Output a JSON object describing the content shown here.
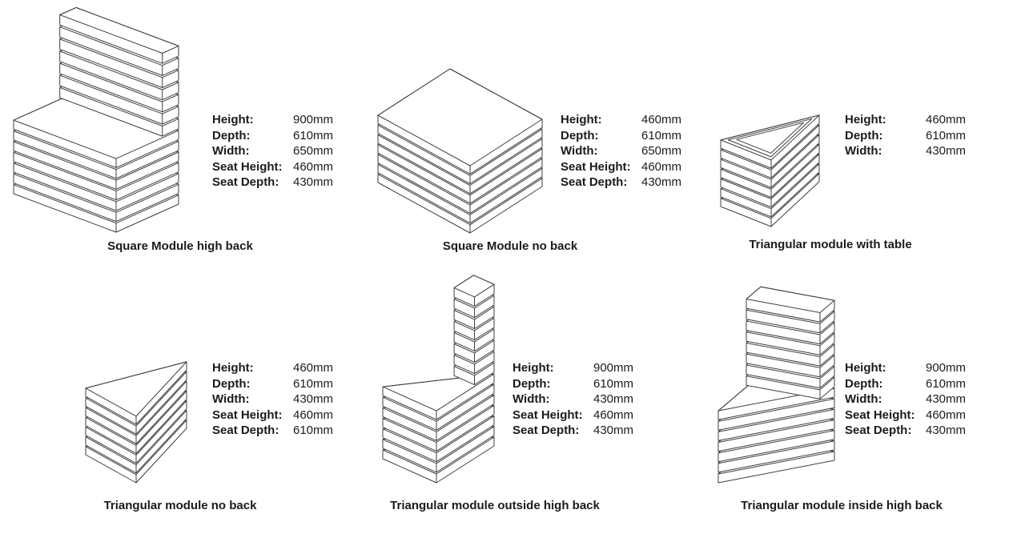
{
  "page": {
    "background": "#ffffff",
    "text_color": "#1b1b1b",
    "line_color": "#3f3f3f"
  },
  "modules": [
    {
      "title": "Square Module high back",
      "specs": [
        {
          "label": "Height:",
          "value": "900mm"
        },
        {
          "label": "Depth:",
          "value": "610mm"
        },
        {
          "label": "Width:",
          "value": "650mm"
        },
        {
          "label": "Seat Height:",
          "value": "460mm"
        },
        {
          "label": "Seat Depth:",
          "value": "430mm"
        }
      ]
    },
    {
      "title": "Square Module no back",
      "specs": [
        {
          "label": "Height:",
          "value": "460mm"
        },
        {
          "label": "Depth:",
          "value": "610mm"
        },
        {
          "label": "Width:",
          "value": "650mm"
        },
        {
          "label": "Seat Height:",
          "value": "460mm"
        },
        {
          "label": "Seat Depth:",
          "value": "430mm"
        }
      ]
    },
    {
      "title": "Triangular module with table",
      "specs": [
        {
          "label": "Height:",
          "value": "460mm"
        },
        {
          "label": "Depth:",
          "value": "610mm"
        },
        {
          "label": "Width:",
          "value": "430mm"
        }
      ]
    },
    {
      "title": "Triangular module no back",
      "specs": [
        {
          "label": "Height:",
          "value": "460mm"
        },
        {
          "label": "Depth:",
          "value": "610mm"
        },
        {
          "label": "Width:",
          "value": "430mm"
        },
        {
          "label": "Seat Height:",
          "value": "460mm"
        },
        {
          "label": "Seat Depth:",
          "value": "610mm"
        }
      ]
    },
    {
      "title": "Triangular module outside high back",
      "specs": [
        {
          "label": "Height:",
          "value": "900mm"
        },
        {
          "label": "Depth:",
          "value": "610mm"
        },
        {
          "label": "Width:",
          "value": "430mm"
        },
        {
          "label": "Seat Height:",
          "value": "460mm"
        },
        {
          "label": "Seat Depth:",
          "value": "430mm"
        }
      ]
    },
    {
      "title": "Triangular module inside high back",
      "specs": [
        {
          "label": "Height:",
          "value": "900mm"
        },
        {
          "label": "Depth:",
          "value": "610mm"
        },
        {
          "label": "Width:",
          "value": "430mm"
        },
        {
          "label": "Seat Height:",
          "value": "460mm"
        },
        {
          "label": "Seat Depth:",
          "value": "430mm"
        }
      ]
    }
  ]
}
